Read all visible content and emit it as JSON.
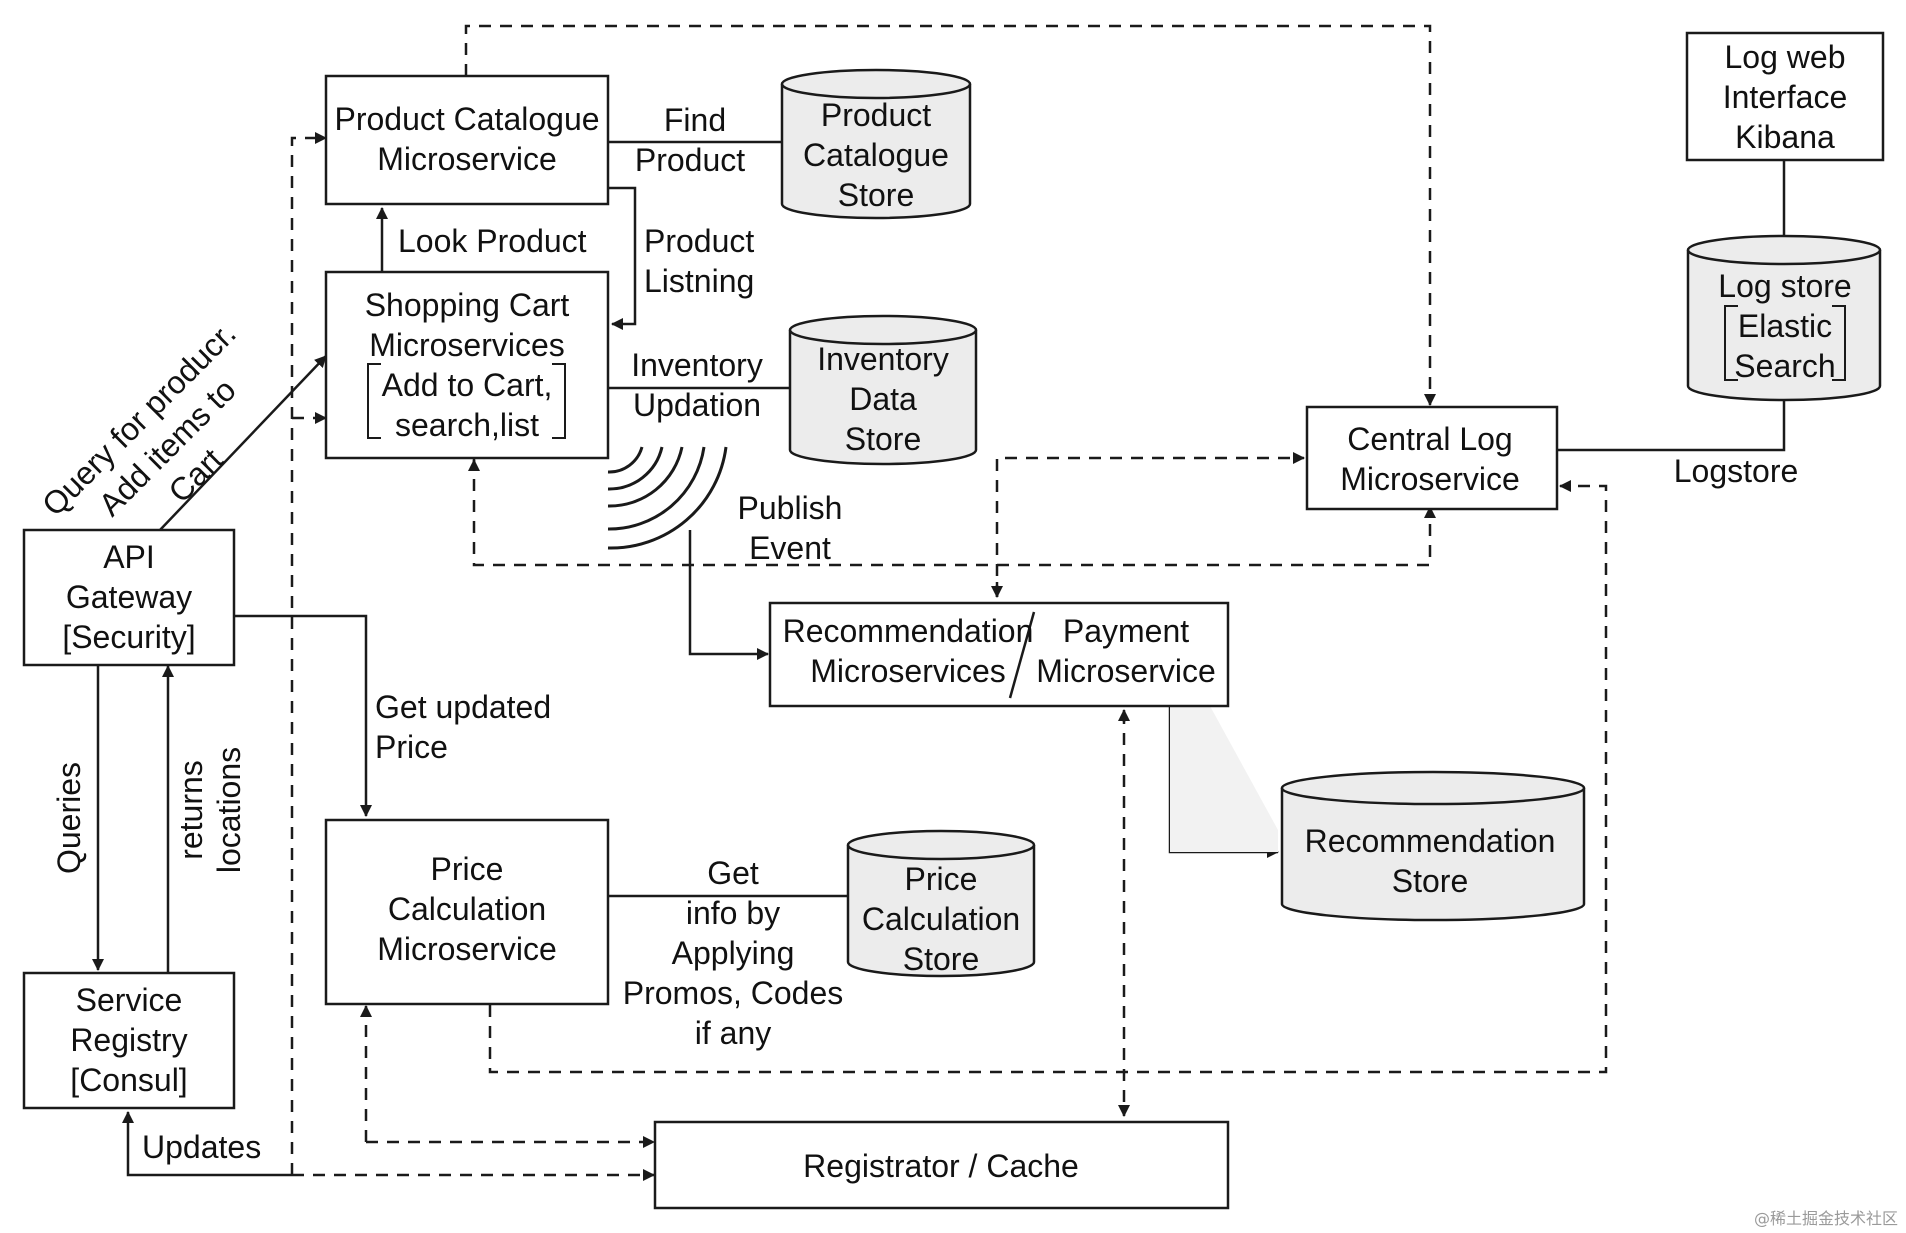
{
  "nodes": {
    "product_catalogue_ms": [
      "Product Catalogue",
      "Microservice"
    ],
    "product_catalogue_store": [
      "Product",
      "Catalogue",
      "Store"
    ],
    "shopping_cart_ms": [
      "Shopping Cart",
      "Microservices"
    ],
    "shopping_cart_ops": [
      "Add to Cart,",
      "search,list"
    ],
    "inventory_store": [
      "Inventory",
      "Data",
      "Store"
    ],
    "api_gateway": [
      "API",
      "Gateway",
      "[Security]"
    ],
    "service_registry": [
      "Service",
      "Registry",
      "[Consul]"
    ],
    "price_calc_ms": [
      "Price",
      "Calculation",
      "Microservice"
    ],
    "price_calc_store": [
      "Price",
      "Calculation",
      "Store"
    ],
    "recommendation_ms": [
      "Recommendation",
      "Microservices"
    ],
    "payment_ms": [
      "Payment",
      "Microservice"
    ],
    "recommendation_store": [
      "Recommendation",
      "Store"
    ],
    "central_log_ms": [
      "Central Log",
      "Microservice"
    ],
    "log_web_interface": [
      "Log web",
      "Interface",
      "Kibana"
    ],
    "log_store": [
      "Log store"
    ],
    "elastic_search": [
      "Elastic",
      "Search"
    ],
    "registrator_cache": "Registrator / Cache"
  },
  "edges": {
    "find_product": [
      "Find",
      "Product"
    ],
    "look_product": "Look Product",
    "product_listing": [
      "Product",
      "Listning"
    ],
    "inventory_updation": [
      "Inventory",
      "Updation"
    ],
    "publish_event": [
      "Publish",
      "Event"
    ],
    "query_add_items": [
      "Query for producr.",
      "Add items to",
      "Cart"
    ],
    "get_updated_price": [
      "Get updated",
      "Price"
    ],
    "queries": "Queries",
    "returns_locations": [
      "returns",
      "locations"
    ],
    "get_info": [
      "Get",
      "info by",
      "Applying",
      "Promos, Codes",
      "if any"
    ],
    "updates": "Updates",
    "logstore": "Logstore"
  },
  "watermark": "@稀土掘金技术社区",
  "colors": {
    "line": "#1a1a1a",
    "store_fill": "#ececec",
    "text": "#111111"
  }
}
